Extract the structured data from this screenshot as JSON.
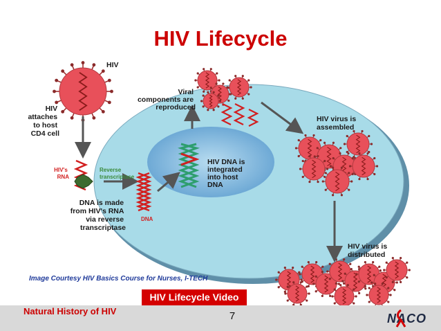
{
  "slide": {
    "title": "HIV Lifecycle",
    "courtesy": "Image Courtesy HIV Basics Course for Nurses, I-TECH",
    "video_button": "HIV Lifecycle Video",
    "footer_title": "Natural History of HIV",
    "page_number": "7",
    "logo_text": "NACO"
  },
  "diagram": {
    "virus_label": "HIV",
    "attach_label": [
      "HIV",
      "attaches",
      "to host",
      "CD4 cell"
    ],
    "components_label": [
      "Viral",
      "components are",
      "reproduced"
    ],
    "assembled_label": [
      "HIV virus is",
      "assembled"
    ],
    "rna_label": [
      "HIV's",
      "RNA"
    ],
    "rt_label": [
      "Reverse",
      "transcriptase"
    ],
    "integrated_label": [
      "HIV DNA is",
      "integrated",
      "into host",
      "DNA"
    ],
    "dna_made_label": [
      "DNA is made",
      "from HIV's RNA",
      "via reverse",
      "transcriptase"
    ],
    "dna_label": "DNA",
    "distributed_label": [
      "HIV virus is",
      "distributed"
    ]
  },
  "colors": {
    "title": "#cc0000",
    "cell": "#a8dbe8",
    "nucleus": "#7fb8de",
    "virus": "#e8505a",
    "rna": "#d21f1f",
    "dna_green": "#2e9e6e",
    "enzyme": "#3d6b2f",
    "button": "#d40000"
  }
}
